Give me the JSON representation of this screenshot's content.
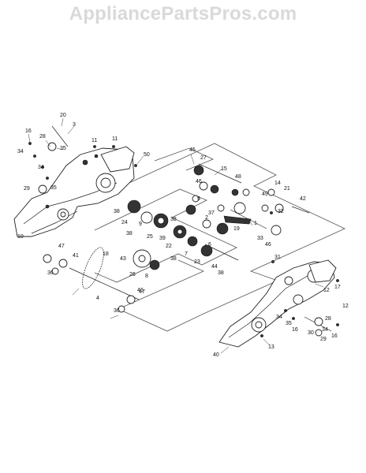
{
  "watermark": "AppliancePartsPros.com",
  "callouts": [
    "1",
    "2",
    "3",
    "4",
    "5",
    "6",
    "7",
    "8",
    "9",
    "10",
    "11",
    "11",
    "12",
    "12",
    "13",
    "14",
    "15",
    "16",
    "16",
    "16",
    "17",
    "18",
    "19",
    "20",
    "21",
    "22",
    "23",
    "24",
    "25",
    "26",
    "27",
    "28",
    "28",
    "29",
    "29",
    "30",
    "31",
    "32",
    "33",
    "34",
    "34",
    "34",
    "34",
    "35",
    "35",
    "35",
    "36",
    "36",
    "37",
    "38",
    "38",
    "38",
    "38",
    "38",
    "39",
    "40",
    "41",
    "42",
    "43",
    "44",
    "45",
    "46",
    "46",
    "46",
    "47",
    "47",
    "48",
    "49",
    "50"
  ]
}
